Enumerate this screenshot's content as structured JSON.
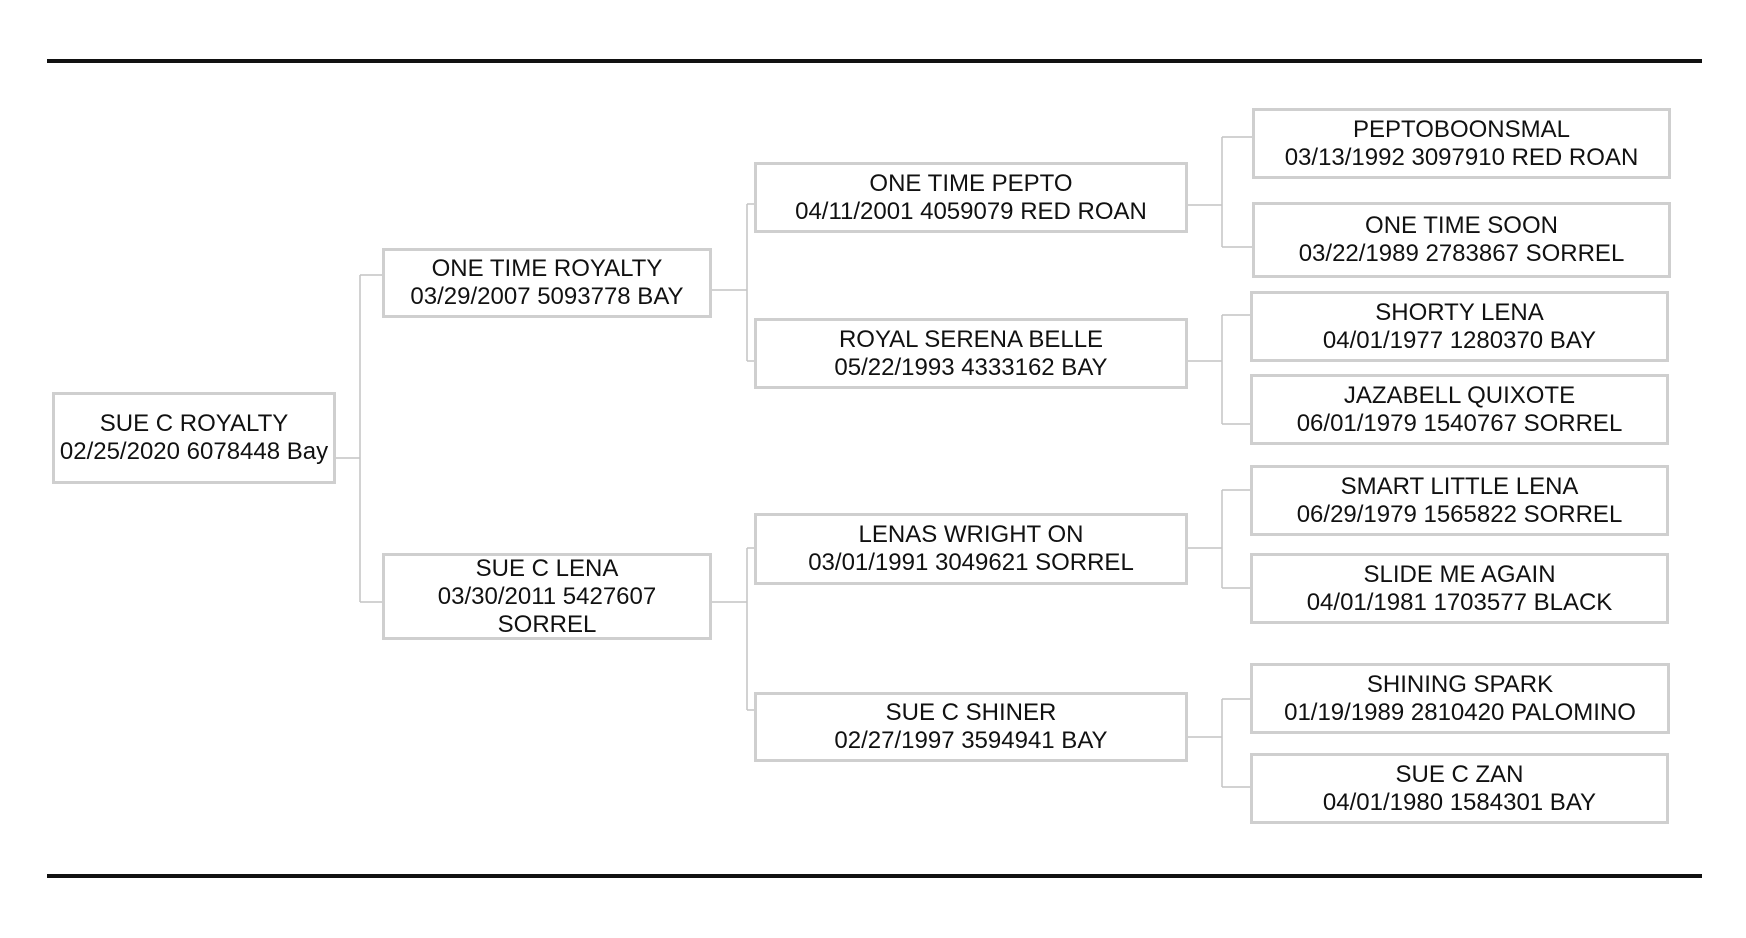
{
  "pedigree": {
    "subject": {
      "name": "SUE C ROYALTY",
      "detail": "02/25/2020 6078448 Bay"
    },
    "sire": {
      "name": "ONE TIME ROYALTY",
      "detail": "03/29/2007 5093778 BAY"
    },
    "dam": {
      "name": "SUE C LENA",
      "detail": "03/30/2011 5427607 SORREL"
    },
    "sire_sire": {
      "name": "ONE TIME PEPTO",
      "detail": "04/11/2001 4059079 RED ROAN"
    },
    "sire_dam": {
      "name": "ROYAL SERENA BELLE",
      "detail": "05/22/1993 4333162 BAY"
    },
    "dam_sire": {
      "name": "LENAS WRIGHT ON",
      "detail": "03/01/1991 3049621 SORREL"
    },
    "dam_dam": {
      "name": "SUE C SHINER",
      "detail": "02/27/1997 3594941 BAY"
    },
    "sire_sire_sire": {
      "name": "PEPTOBOONSMAL",
      "detail": "03/13/1992 3097910 RED ROAN"
    },
    "sire_sire_dam": {
      "name": "ONE TIME SOON",
      "detail": "03/22/1989 2783867 SORREL"
    },
    "sire_dam_sire": {
      "name": "SHORTY LENA",
      "detail": "04/01/1977 1280370 BAY"
    },
    "sire_dam_dam": {
      "name": "JAZABELL QUIXOTE",
      "detail": "06/01/1979 1540767 SORREL"
    },
    "dam_sire_sire": {
      "name": "SMART LITTLE LENA",
      "detail": "06/29/1979 1565822 SORREL"
    },
    "dam_sire_dam": {
      "name": "SLIDE ME AGAIN",
      "detail": "04/01/1981 1703577 BLACK"
    },
    "dam_dam_sire": {
      "name": "SHINING SPARK",
      "detail": "01/19/1989 2810420 PALOMINO"
    },
    "dam_dam_dam": {
      "name": "SUE C ZAN",
      "detail": "04/01/1980 1584301 BAY"
    }
  }
}
